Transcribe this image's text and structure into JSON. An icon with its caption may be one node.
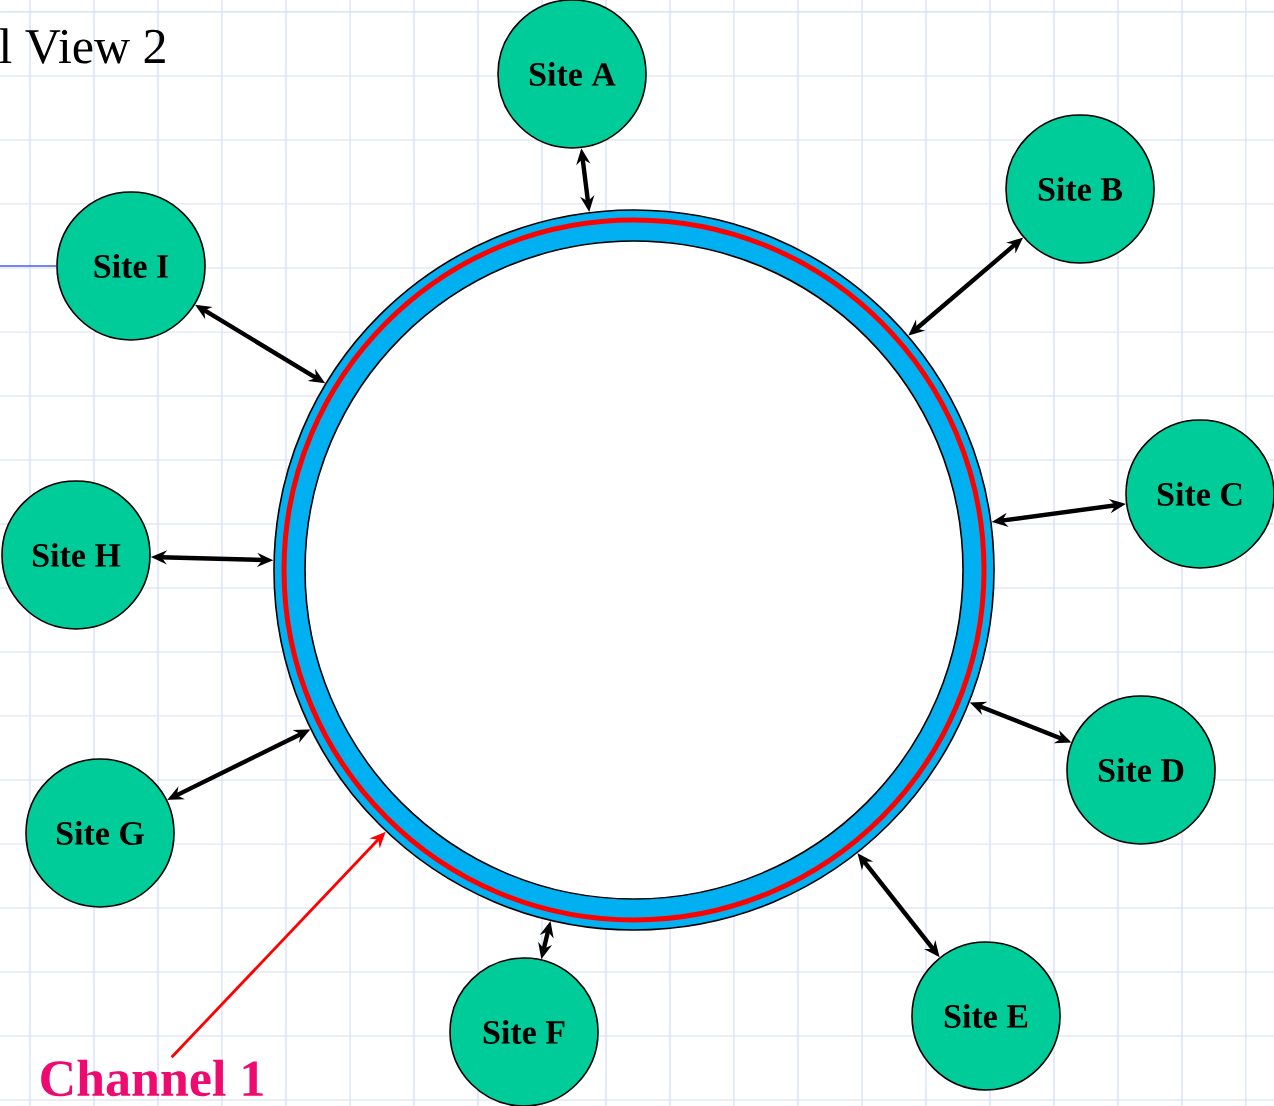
{
  "diagram": {
    "title": "l View 2",
    "nodes": [
      {
        "text": [],
        "shape": "circle"
      },
      {
        "text": [
          "Site A"
        ]
      },
      {
        "text": [
          "Site B"
        ]
      },
      {
        "text": [
          "Site C"
        ]
      },
      {
        "text": [
          "Site D"
        ]
      },
      {
        "text": [
          "Site E"
        ]
      },
      {
        "text": [
          "Site F"
        ]
      },
      {
        "text": [
          "Site G"
        ]
      },
      {
        "text": [
          "Site H"
        ]
      },
      {
        "text": [
          "Site I"
        ]
      },
      {
        "text": [
          "Channel 1"
        ]
      }
    ],
    "edges": [
      {
        "from": 1,
        "to": 0,
        "arrow": "both"
      },
      {
        "from": 2,
        "to": 0,
        "arrow": "both"
      },
      {
        "from": 3,
        "to": 0,
        "arrow": "both"
      },
      {
        "from": 4,
        "to": 0,
        "arrow": "both"
      },
      {
        "from": 5,
        "to": 0,
        "arrow": "both"
      },
      {
        "from": 6,
        "to": 0,
        "arrow": "both"
      },
      {
        "from": 7,
        "to": 0,
        "arrow": "both"
      },
      {
        "from": 8,
        "to": 0,
        "arrow": "both"
      },
      {
        "from": 9,
        "to": 0,
        "arrow": "both"
      },
      {
        "from": null,
        "to": 9,
        "arrow": "none",
        "color": "#4a5cf0"
      },
      {
        "from": 10,
        "to": 0,
        "arrow": "to",
        "color": "#ff0000"
      }
    ]
  }
}
